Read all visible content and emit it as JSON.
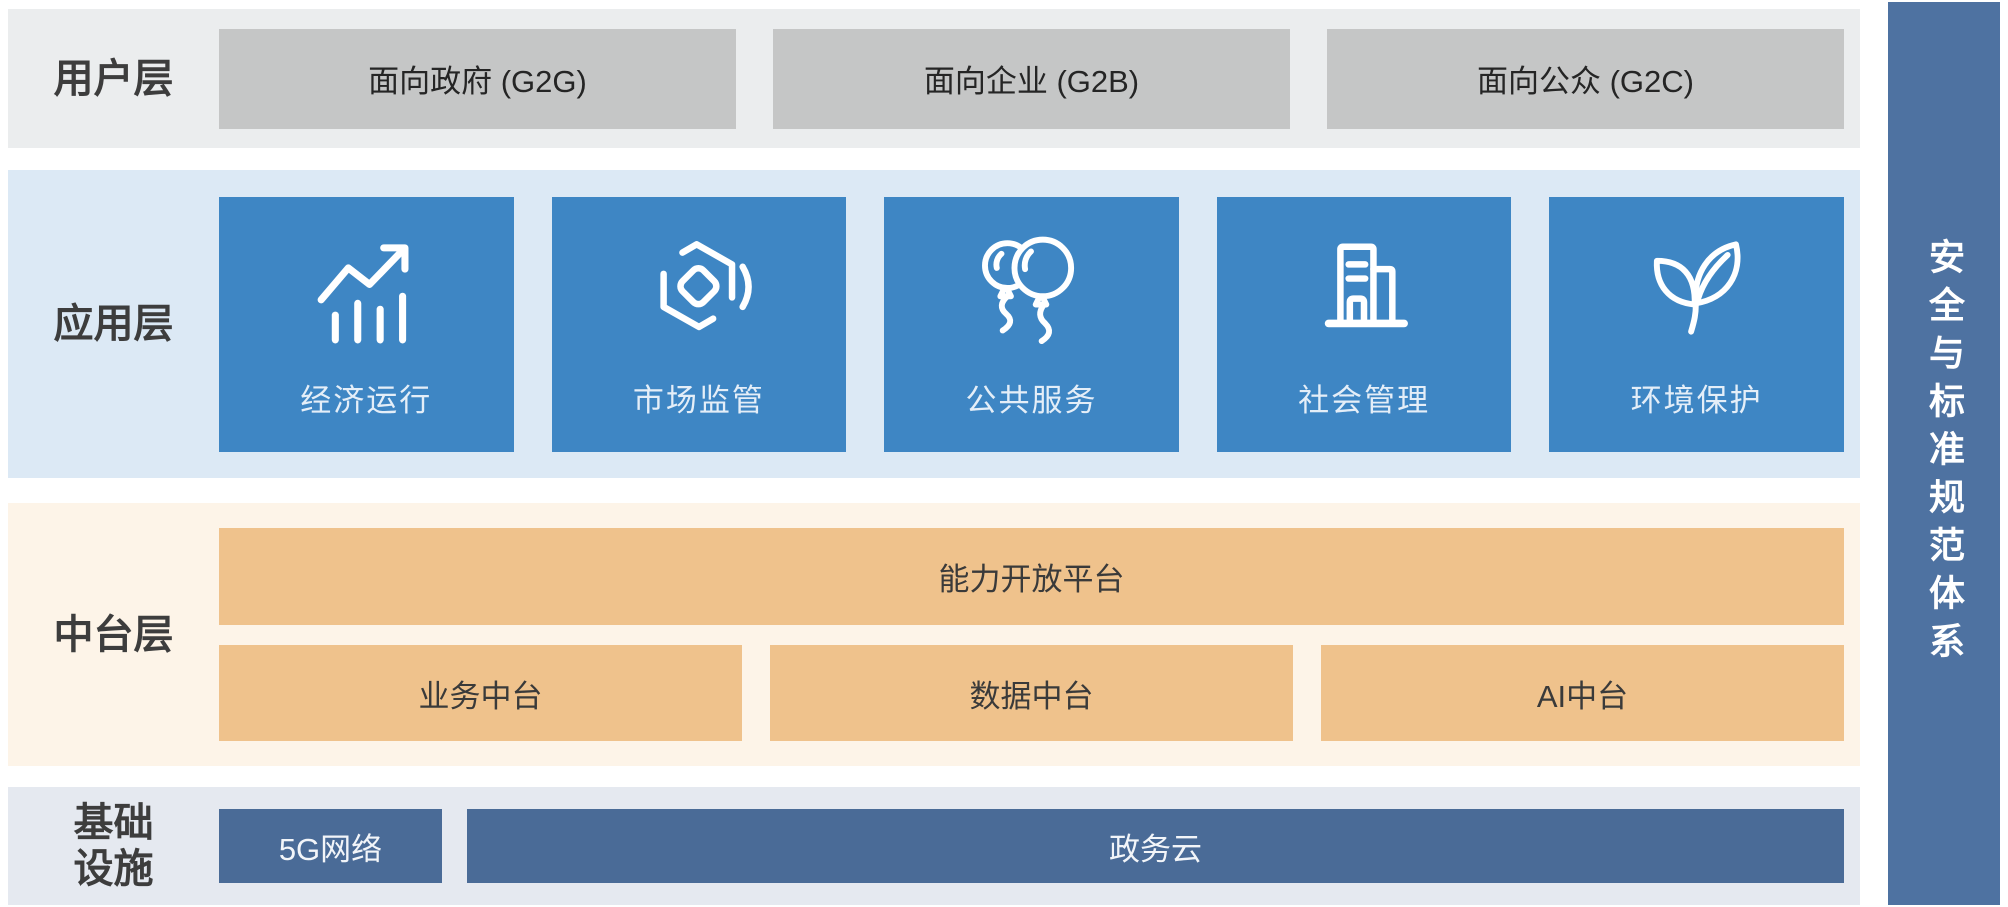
{
  "sidebar": {
    "label": "安全与标准规范体系"
  },
  "layers": {
    "user": {
      "label": "用户层",
      "boxes": [
        {
          "label": "面向政府 (G2G)"
        },
        {
          "label": "面向企业 (G2B)"
        },
        {
          "label": "面向公众 (G2C)"
        }
      ]
    },
    "app": {
      "label": "应用层",
      "cards": [
        {
          "label": "经济运行",
          "icon": "trend-chart-icon"
        },
        {
          "label": "市场监管",
          "icon": "hexagon-cube-icon"
        },
        {
          "label": "公共服务",
          "icon": "balloons-icon"
        },
        {
          "label": "社会管理",
          "icon": "buildings-icon"
        },
        {
          "label": "环境保护",
          "icon": "leaf-icon"
        }
      ]
    },
    "middle": {
      "label": "中台层",
      "platform": {
        "label": "能力开放平台"
      },
      "boxes": [
        {
          "label": "业务中台"
        },
        {
          "label": "数据中台"
        },
        {
          "label": "AI中台"
        }
      ]
    },
    "infra": {
      "label_line1": "基础",
      "label_line2": "设施",
      "boxes": [
        {
          "label": "5G网络"
        },
        {
          "label": "政务云"
        }
      ]
    }
  },
  "colors": {
    "card_blue": "#3e86c4",
    "band_app_bg": "#dce9f5",
    "band_user_bg": "#ebedee",
    "band_mid_bg": "#fdf4e8",
    "band_infra_bg": "#e5e9f0",
    "gray_box": "#c5c6c6",
    "orange_box": "#efc28c",
    "navy_box": "#4a6b97",
    "side_bar": "#4e72a1"
  }
}
